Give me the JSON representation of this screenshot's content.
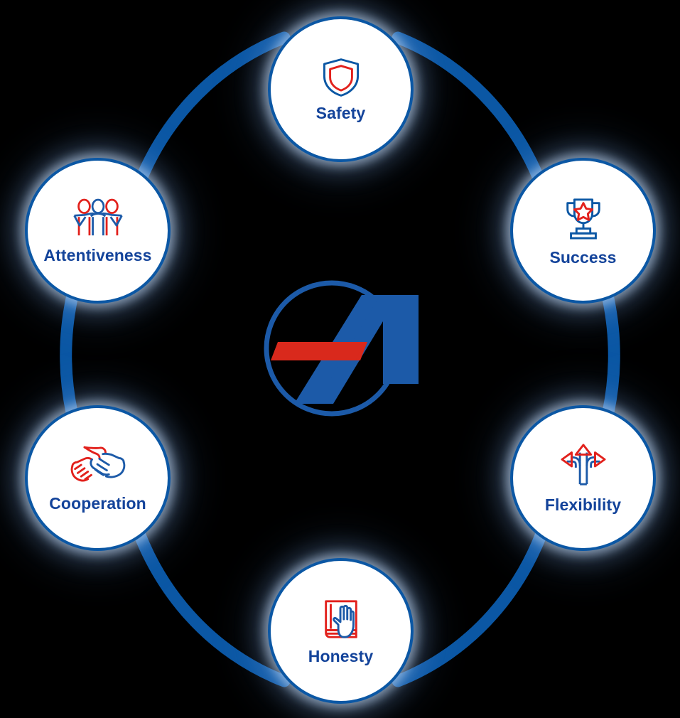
{
  "diagram": {
    "type": "circular-values-wheel",
    "node_count": 6,
    "colors": {
      "ring_blue": "#0b57a4",
      "label_navy": "#13439a",
      "accent_red": "#e2211c",
      "logo_blue": "#1c5aa8",
      "circle_fill": "#ffffff",
      "background": "#000000"
    },
    "center": {
      "logo_name": "stylized-a-arrow-logo",
      "logo_description": "Stylized letter A formed by a blue arrow crossed by a red horizontal bar, enclosed in a blue circle outline"
    },
    "nodes": [
      {
        "id": "safety",
        "label": "Safety",
        "icon": "shield-icon",
        "position": "top"
      },
      {
        "id": "success",
        "label": "Success",
        "icon": "trophy-icon",
        "position": "top-right"
      },
      {
        "id": "flexibility",
        "label": "Flexibility",
        "icon": "three-way-arrow-icon",
        "position": "bottom-right"
      },
      {
        "id": "honesty",
        "label": "Honesty",
        "icon": "hand-on-book-oath-icon",
        "position": "bottom"
      },
      {
        "id": "cooperation",
        "label": "Cooperation",
        "icon": "handshake-icon",
        "position": "bottom-left"
      },
      {
        "id": "attentiveness",
        "label": "Attentiveness",
        "icon": "three-people-icon",
        "position": "top-left"
      }
    ]
  }
}
